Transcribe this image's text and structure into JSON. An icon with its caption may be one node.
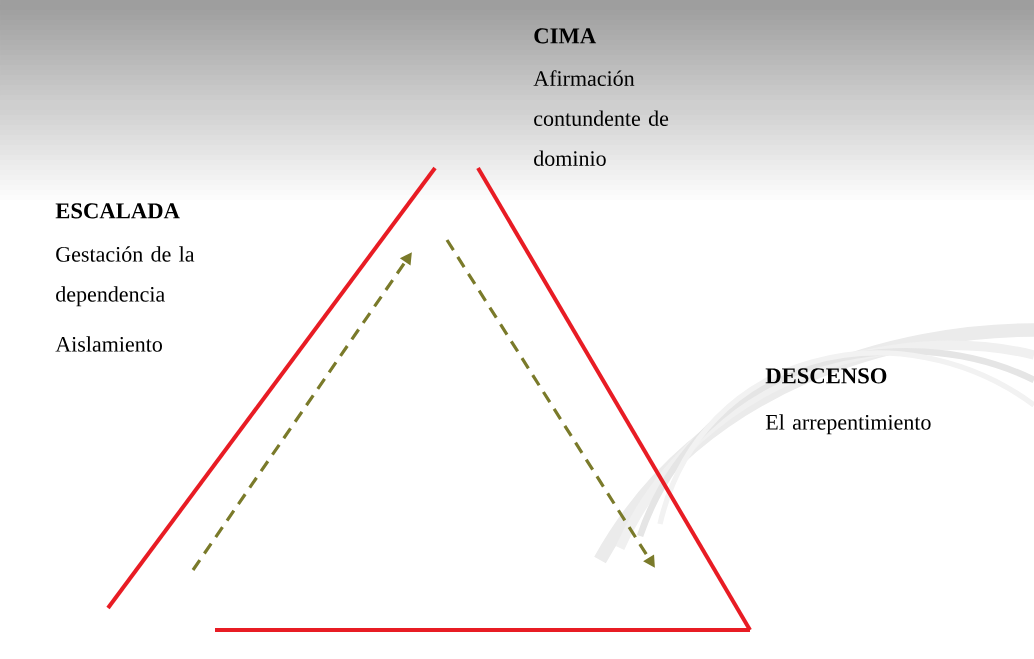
{
  "diagram": {
    "labels": [
      "CIMA",
      "Afirmación contundente de dominio",
      "ESCALADA",
      "Gestación de la dependencia",
      "Aislamiento",
      "DESCENSO",
      "El arrepentimiento"
    ]
  }
}
